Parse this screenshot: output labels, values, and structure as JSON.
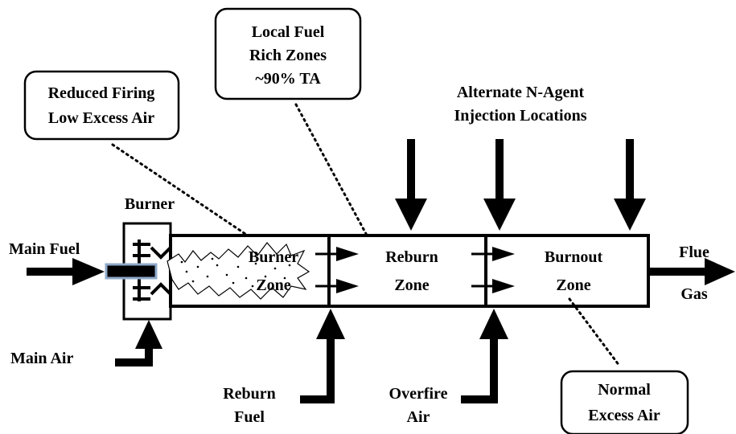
{
  "callouts": {
    "reduced_firing": {
      "line1": "Reduced Firing",
      "line2": "Low Excess Air"
    },
    "local_fuel": {
      "line1": "Local Fuel",
      "line2": "Rich Zones",
      "line3": "~90% TA"
    },
    "normal_excess": {
      "line1": "Normal",
      "line2": "Excess Air"
    }
  },
  "injection": {
    "line1": "Alternate N-Agent",
    "line2": "Injection Locations"
  },
  "labels": {
    "burner": "Burner",
    "main_fuel": "Main Fuel",
    "main_air": "Main Air",
    "reburn_fuel_1": "Reburn",
    "reburn_fuel_2": "Fuel",
    "overfire_air_1": "Overfire",
    "overfire_air_2": "Air",
    "flue_gas_1": "Flue",
    "flue_gas_2": "Gas"
  },
  "zones": {
    "burner": {
      "line1": "Burner",
      "line2": "Zone"
    },
    "reburn": {
      "line1": "Reburn",
      "line2": "Zone"
    },
    "burnout": {
      "line1": "Burnout",
      "line2": "Zone"
    }
  },
  "colors": {
    "ink": "#000000",
    "fuel_nozzle": "#8fa9c9"
  }
}
